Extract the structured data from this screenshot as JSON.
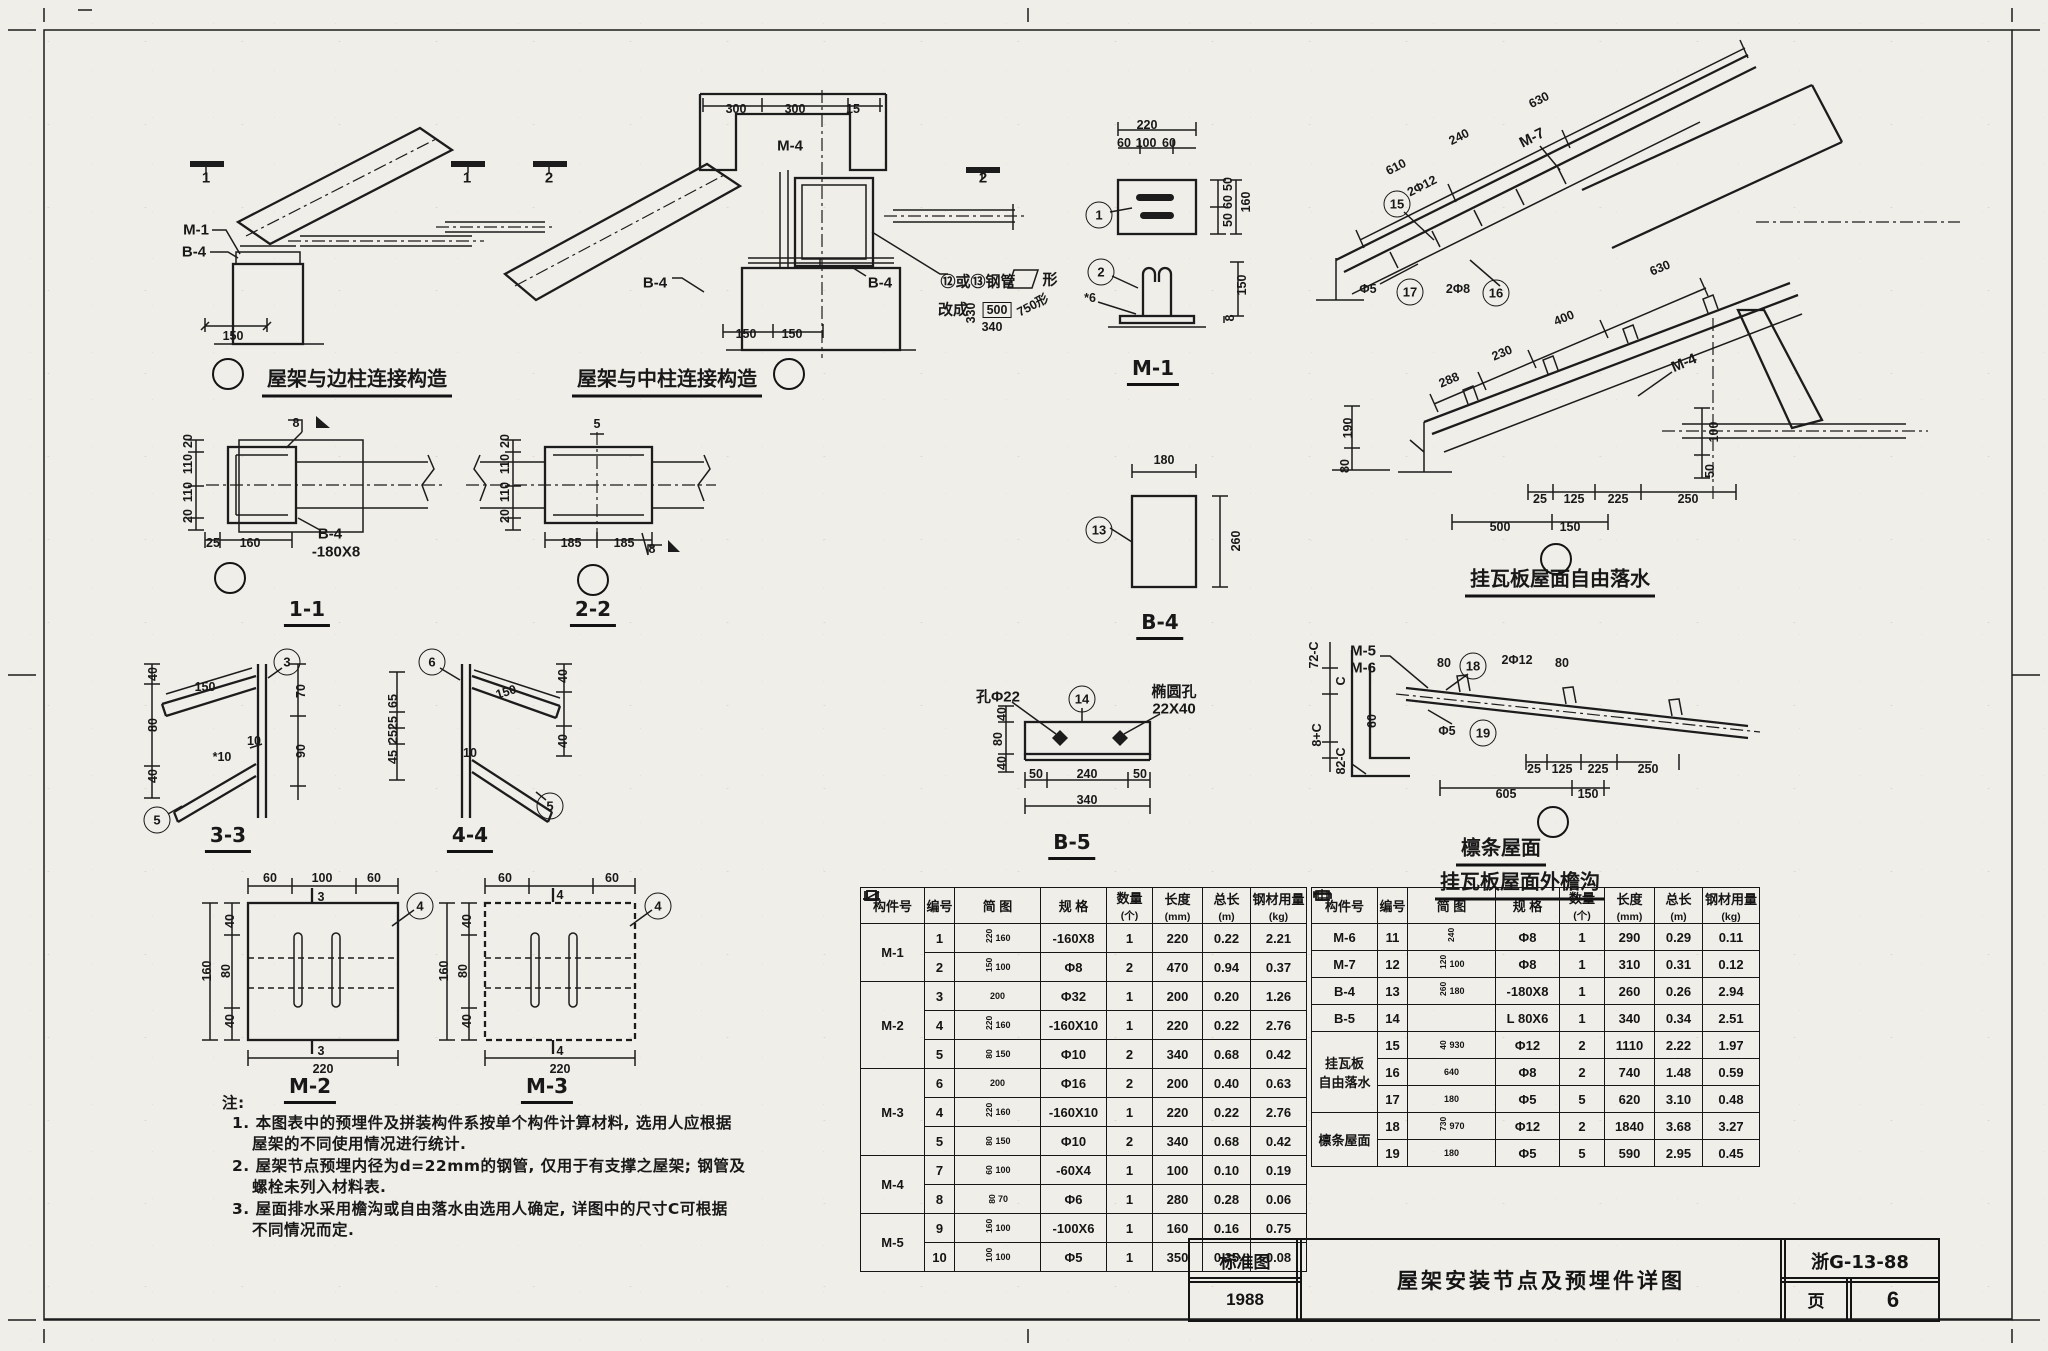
{
  "sheet": {
    "stamp": {
      "type_label": "标准图",
      "year": "1988",
      "title": "屋架安装节点及预埋件详图",
      "code": "浙G-13-88",
      "page_label": "页",
      "page_number": "6"
    },
    "notes": {
      "heading": "注:",
      "lines": [
        "1. 本图表中的预埋件及拼装构件系按单个构件计算材料, 选用人应根据",
        "屋架的不同使用情况进行统计.",
        "2. 屋架节点预埋内径为d=22mm的钢管, 仅用于有支撑之屋架; 钢管及",
        "螺栓未列入材料表.",
        "3. 屋面排水采用檐沟或自由落水由选用人确定, 详图中的尺寸C可根据",
        "不同情况而定."
      ]
    }
  },
  "tables": {
    "headers": [
      {
        "t": "构件号",
        "u": ""
      },
      {
        "t": "编号",
        "u": ""
      },
      {
        "t": "简 图",
        "u": ""
      },
      {
        "t": "规 格",
        "u": ""
      },
      {
        "t": "数量",
        "u": "(个)"
      },
      {
        "t": "长度",
        "u": "(mm)"
      },
      {
        "t": "总长",
        "u": "(m)"
      },
      {
        "t": "钢材用量",
        "u": "(kg)"
      }
    ],
    "left": {
      "groups": [
        {
          "name": "M-1",
          "rows": [
            {
              "no": "1",
              "sk": {
                "v": "160",
                "h": "220",
                "s": "sq"
              },
              "spec": "-160X8",
              "qty": "1",
              "len": "220",
              "total": "0.22",
              "wt": "2.21"
            },
            {
              "no": "2",
              "sk": {
                "v": "100",
                "h": "150",
                "s": "br"
              },
              "spec": "Φ8",
              "qty": "2",
              "len": "470",
              "total": "0.94",
              "wt": "0.37"
            }
          ]
        },
        {
          "name": "M-2",
          "rows": [
            {
              "no": "3",
              "sk": {
                "v": "200",
                "h": "",
                "s": "ln"
              },
              "spec": "Φ32",
              "qty": "1",
              "len": "200",
              "total": "0.20",
              "wt": "1.26"
            },
            {
              "no": "4",
              "sk": {
                "v": "160",
                "h": "220",
                "s": "sq"
              },
              "spec": "-160X10",
              "qty": "1",
              "len": "220",
              "total": "0.22",
              "wt": "2.76"
            },
            {
              "no": "5",
              "sk": {
                "v": "150",
                "h": "80",
                "s": "sl"
              },
              "spec": "Φ10",
              "qty": "2",
              "len": "340",
              "total": "0.68",
              "wt": "0.42"
            }
          ]
        },
        {
          "name": "M-3",
          "rows": [
            {
              "no": "6",
              "sk": {
                "v": "200",
                "h": "",
                "s": "ln"
              },
              "spec": "Φ16",
              "qty": "2",
              "len": "200",
              "total": "0.40",
              "wt": "0.63"
            },
            {
              "no": "4",
              "sk": {
                "v": "160",
                "h": "220",
                "s": "sq"
              },
              "spec": "-160X10",
              "qty": "1",
              "len": "220",
              "total": "0.22",
              "wt": "2.76"
            },
            {
              "no": "5",
              "sk": {
                "v": "150",
                "h": "80",
                "s": "sl"
              },
              "spec": "Φ10",
              "qty": "2",
              "len": "340",
              "total": "0.68",
              "wt": "0.42"
            }
          ]
        },
        {
          "name": "M-4",
          "rows": [
            {
              "no": "7",
              "sk": {
                "v": "100",
                "h": "60",
                "s": "sq"
              },
              "spec": "-60X4",
              "qty": "1",
              "len": "100",
              "total": "0.10",
              "wt": "0.19"
            },
            {
              "no": "8",
              "sk": {
                "v": "70",
                "h": "80",
                "s": "br"
              },
              "spec": "Φ6",
              "qty": "1",
              "len": "280",
              "total": "0.28",
              "wt": "0.06"
            }
          ]
        },
        {
          "name": "M-5",
          "rows": [
            {
              "no": "9",
              "sk": {
                "v": "100",
                "h": "160",
                "s": "sq"
              },
              "spec": "-100X6",
              "qty": "1",
              "len": "160",
              "total": "0.16",
              "wt": "0.75"
            },
            {
              "no": "10",
              "sk": {
                "v": "100",
                "h": "100",
                "s": "br"
              },
              "spec": "Φ5",
              "qty": "1",
              "len": "350",
              "total": "0.35",
              "wt": "0.08"
            }
          ]
        }
      ]
    },
    "right": {
      "groups": [
        {
          "name": "M-6",
          "rows": [
            {
              "no": "11",
              "sk": {
                "v": "",
                "h": "240",
                "s": "lv"
              },
              "spec": "Φ8",
              "qty": "1",
              "len": "290",
              "total": "0.29",
              "wt": "0.11"
            }
          ]
        },
        {
          "name": "M-7",
          "rows": [
            {
              "no": "12",
              "sk": {
                "v": "100",
                "h": "120",
                "s": "br"
              },
              "spec": "Φ8",
              "qty": "1",
              "len": "310",
              "total": "0.31",
              "wt": "0.12"
            }
          ]
        },
        {
          "name": "B-4",
          "rows": [
            {
              "no": "13",
              "sk": {
                "v": "180",
                "h": "260",
                "s": "sq"
              },
              "spec": "-180X8",
              "qty": "1",
              "len": "260",
              "total": "0.26",
              "wt": "2.94"
            }
          ]
        },
        {
          "name": "B-5",
          "rows": [
            {
              "no": "14",
              "sk": {
                "v": "",
                "h": "",
                "s": "none"
              },
              "spec": "L 80X6",
              "qty": "1",
              "len": "340",
              "total": "0.34",
              "wt": "2.51"
            }
          ]
        },
        {
          "name": "挂瓦板|自由落水",
          "rows": [
            {
              "no": "15",
              "sk": {
                "v": "930",
                "h": "40",
                "s": "hk"
              },
              "spec": "Φ12",
              "qty": "2",
              "len": "1110",
              "total": "2.22",
              "wt": "1.97"
            },
            {
              "no": "16",
              "sk": {
                "v": "640",
                "h": "",
                "s": "hk"
              },
              "spec": "Φ8",
              "qty": "2",
              "len": "740",
              "total": "1.48",
              "wt": "0.59"
            },
            {
              "no": "17",
              "sk": {
                "v": "180",
                "h": "",
                "s": "st"
              },
              "spec": "Φ5",
              "qty": "5",
              "len": "620",
              "total": "3.10",
              "wt": "0.48"
            }
          ]
        },
        {
          "name": "檩条屋面",
          "rows": [
            {
              "no": "18",
              "sk": {
                "v": "970",
                "h": "730",
                "s": "hk2"
              },
              "spec": "Φ12",
              "qty": "2",
              "len": "1840",
              "total": "3.68",
              "wt": "3.27"
            },
            {
              "no": "19",
              "sk": {
                "v": "180",
                "h": "",
                "s": "st"
              },
              "spec": "Φ5",
              "qty": "5",
              "len": "590",
              "total": "2.95",
              "wt": "0.45"
            }
          ]
        }
      ]
    }
  },
  "annotations": [
    [
      "1",
      206,
      178,
      "l"
    ],
    [
      "1",
      467,
      178,
      "l"
    ],
    [
      "2",
      549,
      178,
      "l"
    ],
    [
      "2",
      983,
      178,
      "l"
    ],
    [
      "M-1",
      196,
      230,
      "l"
    ],
    [
      "B-4",
      194,
      252,
      "l"
    ],
    [
      "150",
      233,
      336,
      "d"
    ],
    [
      "屋架与边柱连接构造",
      357,
      380,
      "t"
    ],
    [
      "300",
      736,
      109,
      "d"
    ],
    [
      "300",
      795,
      109,
      "d"
    ],
    [
      "15",
      853,
      109,
      "d"
    ],
    [
      "M-4",
      790,
      146,
      "l"
    ],
    [
      "B-4",
      655,
      283,
      "l"
    ],
    [
      "B-4",
      880,
      283,
      "l"
    ],
    [
      "150",
      746,
      334,
      "d"
    ],
    [
      "150",
      792,
      334,
      "d"
    ],
    [
      "⑫或⑬钢管",
      978,
      281,
      "l"
    ],
    [
      "形",
      1050,
      279,
      "l"
    ],
    [
      "改成",
      953,
      309,
      "l"
    ],
    [
      "330",
      971,
      313,
      "d",
      -90
    ],
    [
      "500",
      997,
      310,
      "db"
    ],
    [
      "750形",
      1032,
      304,
      "d",
      -28
    ],
    [
      "340",
      992,
      327,
      "d"
    ],
    [
      "屋架与中柱连接构造",
      667,
      380,
      "t"
    ],
    [
      "220",
      1147,
      125,
      "d"
    ],
    [
      "60",
      1124,
      143,
      "d"
    ],
    [
      "100",
      1146,
      143,
      "d"
    ],
    [
      "60",
      1169,
      143,
      "d"
    ],
    [
      "50",
      1228,
      184,
      "d",
      -90
    ],
    [
      "60",
      1228,
      202,
      "d",
      -90
    ],
    [
      "50",
      1228,
      220,
      "d",
      -90
    ],
    [
      "160",
      1246,
      202,
      "d",
      -90
    ],
    [
      "1",
      1099,
      215,
      "c"
    ],
    [
      "2",
      1101,
      272,
      "c"
    ],
    [
      "*6",
      1090,
      298,
      "d"
    ],
    [
      "150",
      1242,
      285,
      "d",
      -90
    ],
    [
      "8",
      1230,
      318,
      "d",
      -90
    ],
    [
      "M-1",
      1153,
      371,
      "t"
    ],
    [
      "180",
      1164,
      460,
      "d"
    ],
    [
      "13",
      1099,
      530,
      "c"
    ],
    [
      "260",
      1236,
      541,
      "d",
      -90
    ],
    [
      "B-4",
      1160,
      625,
      "t"
    ],
    [
      "610",
      1396,
      167,
      "d",
      -27
    ],
    [
      "2Φ12",
      1422,
      186,
      "d",
      -27
    ],
    [
      "240",
      1459,
      137,
      "d",
      -27
    ],
    [
      "M-7",
      1532,
      138,
      "l",
      -27
    ],
    [
      "630",
      1539,
      100,
      "d",
      -27
    ],
    [
      "15",
      1397,
      204,
      "c"
    ],
    [
      "Φ5",
      1368,
      289,
      "d"
    ],
    [
      "17",
      1410,
      292,
      "c"
    ],
    [
      "2Φ8",
      1458,
      289,
      "d"
    ],
    [
      "16",
      1496,
      293,
      "c"
    ],
    [
      "288",
      1449,
      380,
      "d",
      -23
    ],
    [
      "230",
      1502,
      353,
      "d",
      -23
    ],
    [
      "400",
      1564,
      318,
      "d",
      -23
    ],
    [
      "630",
      1660,
      268,
      "d",
      -23
    ],
    [
      "M-4",
      1684,
      363,
      "l",
      -23
    ],
    [
      "190",
      1348,
      428,
      "d",
      -90
    ],
    [
      "80",
      1345,
      466,
      "d",
      -90
    ],
    [
      "100",
      1714,
      432,
      "d",
      -90
    ],
    [
      "50",
      1710,
      471,
      "d",
      -90
    ],
    [
      "25",
      1540,
      499,
      "d"
    ],
    [
      "125",
      1574,
      499,
      "d"
    ],
    [
      "225",
      1618,
      499,
      "d"
    ],
    [
      "250",
      1688,
      499,
      "d"
    ],
    [
      "500",
      1500,
      527,
      "d"
    ],
    [
      "150",
      1570,
      527,
      "d"
    ],
    [
      "挂瓦板屋面自由落水",
      1560,
      580,
      "t"
    ],
    [
      "72-C",
      1314,
      655,
      "d",
      -90
    ],
    [
      "M-5",
      1363,
      651,
      "l"
    ],
    [
      "M-6",
      1363,
      668,
      "l"
    ],
    [
      "80",
      1444,
      663,
      "d"
    ],
    [
      "18",
      1473,
      666,
      "c"
    ],
    [
      "2Φ12",
      1517,
      660,
      "d"
    ],
    [
      "80",
      1562,
      663,
      "d"
    ],
    [
      "C",
      1341,
      681,
      "d",
      -90
    ],
    [
      "60",
      1372,
      721,
      "d",
      -90
    ],
    [
      "8+C",
      1317,
      735,
      "d",
      -90
    ],
    [
      "82-C",
      1341,
      761,
      "d",
      -90
    ],
    [
      "Φ5",
      1447,
      731,
      "d"
    ],
    [
      "19",
      1483,
      733,
      "c"
    ],
    [
      "25",
      1534,
      769,
      "d"
    ],
    [
      "125",
      1562,
      769,
      "d"
    ],
    [
      "225",
      1598,
      769,
      "d"
    ],
    [
      "250",
      1648,
      769,
      "d"
    ],
    [
      "605",
      1506,
      794,
      "d"
    ],
    [
      "150",
      1588,
      794,
      "d"
    ],
    [
      "檩条屋面",
      1501,
      849,
      "t"
    ],
    [
      "挂瓦板屋面外檐沟",
      1520,
      883,
      "t"
    ],
    [
      "8",
      296,
      423,
      "d"
    ],
    [
      "20",
      188,
      441,
      "d",
      -90
    ],
    [
      "110",
      188,
      464,
      "d",
      -90
    ],
    [
      "110",
      188,
      492,
      "d",
      -90
    ],
    [
      "20",
      188,
      516,
      "d",
      -90
    ],
    [
      "25",
      213,
      543,
      "d"
    ],
    [
      "160",
      250,
      543,
      "d"
    ],
    [
      "B-4",
      330,
      534,
      "l"
    ],
    [
      "-180X8",
      336,
      552,
      "l"
    ],
    [
      "1-1",
      307,
      612,
      "t"
    ],
    [
      "5",
      597,
      424,
      "d"
    ],
    [
      "20",
      505,
      441,
      "d",
      -90
    ],
    [
      "110",
      505,
      464,
      "d",
      -90
    ],
    [
      "110",
      505,
      492,
      "d",
      -90
    ],
    [
      "20",
      505,
      516,
      "d",
      -90
    ],
    [
      "185",
      571,
      543,
      "d"
    ],
    [
      "185",
      624,
      543,
      "d"
    ],
    [
      "8",
      652,
      549,
      "d"
    ],
    [
      "2-2",
      593,
      612,
      "t"
    ],
    [
      "3",
      287,
      662,
      "c"
    ],
    [
      "150",
      205,
      687,
      "d"
    ],
    [
      "40",
      153,
      674,
      "d",
      -90
    ],
    [
      "80",
      153,
      725,
      "d",
      -90
    ],
    [
      "40",
      153,
      776,
      "d",
      -90
    ],
    [
      "70",
      301,
      691,
      "d",
      -90
    ],
    [
      "90",
      301,
      751,
      "d",
      -90
    ],
    [
      "*10",
      222,
      757,
      "d"
    ],
    [
      "10",
      254,
      741,
      "d"
    ],
    [
      "5",
      157,
      820,
      "c"
    ],
    [
      "3-3",
      228,
      838,
      "t"
    ],
    [
      "6",
      432,
      662,
      "c"
    ],
    [
      "65",
      393,
      701,
      "d",
      -90
    ],
    [
      "25",
      393,
      723,
      "d",
      -90
    ],
    [
      "25",
      393,
      737,
      "d",
      -90
    ],
    [
      "45",
      393,
      757,
      "d",
      -90
    ],
    [
      "150",
      506,
      692,
      "d",
      -17
    ],
    [
      "40",
      563,
      676,
      "d",
      -90
    ],
    [
      "40",
      563,
      741,
      "d",
      -90
    ],
    [
      "10",
      470,
      753,
      "d"
    ],
    [
      "5",
      550,
      806,
      "c"
    ],
    [
      "4-4",
      470,
      838,
      "t"
    ],
    [
      "孔Φ22",
      998,
      696,
      "l"
    ],
    [
      "14",
      1082,
      699,
      "c"
    ],
    [
      "椭圆孔",
      1174,
      691,
      "l"
    ],
    [
      "22X40",
      1174,
      709,
      "l"
    ],
    [
      "40",
      1002,
      714,
      "d",
      -90
    ],
    [
      "80",
      998,
      739,
      "d",
      -90
    ],
    [
      "40",
      1002,
      763,
      "d",
      -90
    ],
    [
      "50",
      1036,
      774,
      "d"
    ],
    [
      "240",
      1087,
      774,
      "d"
    ],
    [
      "50",
      1140,
      774,
      "d"
    ],
    [
      "340",
      1087,
      800,
      "d"
    ],
    [
      "B-5",
      1072,
      845,
      "t"
    ],
    [
      "60",
      270,
      878,
      "d"
    ],
    [
      "100",
      322,
      878,
      "d"
    ],
    [
      "60",
      374,
      878,
      "d"
    ],
    [
      "3",
      321,
      897,
      "d"
    ],
    [
      "3",
      321,
      1051,
      "d"
    ],
    [
      "4",
      420,
      906,
      "c"
    ],
    [
      "40",
      230,
      921,
      "d",
      -90
    ],
    [
      "80",
      226,
      971,
      "d",
      -90
    ],
    [
      "40",
      230,
      1021,
      "d",
      -90
    ],
    [
      "160",
      207,
      971,
      "d",
      -90
    ],
    [
      "220",
      323,
      1069,
      "d"
    ],
    [
      "M-2",
      310,
      1089,
      "t"
    ],
    [
      "60",
      505,
      878,
      "d"
    ],
    [
      "4",
      560,
      895,
      "d"
    ],
    [
      "60",
      612,
      878,
      "d"
    ],
    [
      "4",
      560,
      1051,
      "d"
    ],
    [
      "4",
      658,
      906,
      "c"
    ],
    [
      "40",
      467,
      921,
      "d",
      -90
    ],
    [
      "80",
      463,
      971,
      "d",
      -90
    ],
    [
      "40",
      467,
      1021,
      "d",
      -90
    ],
    [
      "160",
      444,
      971,
      "d",
      -90
    ],
    [
      "220",
      560,
      1069,
      "d"
    ],
    [
      "M-3",
      547,
      1089,
      "t"
    ]
  ],
  "ref_circles": [
    [
      228,
      374
    ],
    [
      789,
      374
    ],
    [
      230,
      578
    ],
    [
      593,
      580
    ],
    [
      1556,
      559
    ],
    [
      1553,
      822
    ]
  ]
}
